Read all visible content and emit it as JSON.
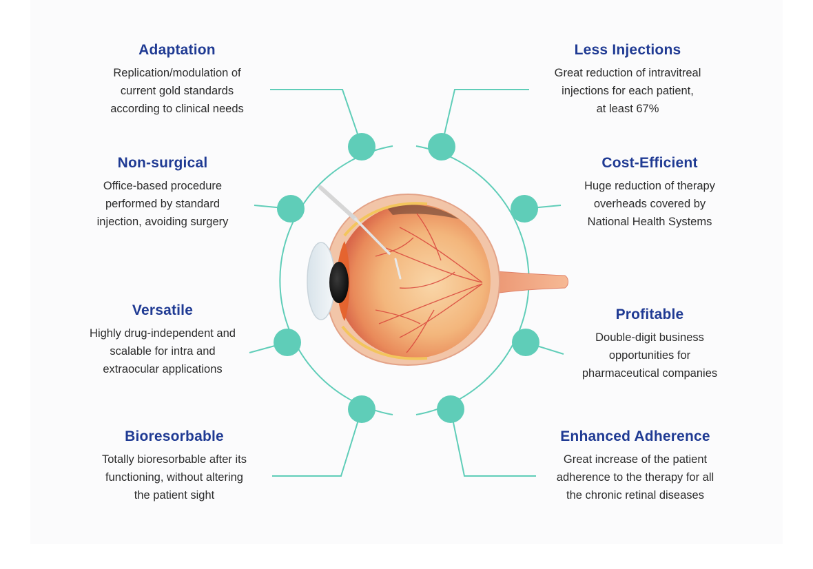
{
  "colors": {
    "accent": "#5fcdb8",
    "title": "#1f3a93",
    "text": "#2b2b2b"
  },
  "features": [
    {
      "id": "adaptation",
      "title": "Adaptation",
      "description": "Replication/modulation of\ncurrent gold standards\naccording to clinical needs"
    },
    {
      "id": "less-injections",
      "title": "Less Injections",
      "description": "Great reduction of intravitreal\ninjections for each patient,\nat least 67%"
    },
    {
      "id": "non-surgical",
      "title": "Non-surgical",
      "description": "Office-based procedure\nperformed by standard\ninjection, avoiding surgery"
    },
    {
      "id": "cost-efficient",
      "title": "Cost-Efficient",
      "description": "Huge reduction of therapy\noverheads covered by\nNational Health Systems"
    },
    {
      "id": "versatile",
      "title": "Versatile",
      "description": "Highly drug-independent and\nscalable for intra and\nextraocular applications"
    },
    {
      "id": "profitable",
      "title": "Profitable",
      "description": "Double-digit business\nopportunities for\npharmaceutical companies"
    },
    {
      "id": "bioresorbable",
      "title": "Bioresorbable",
      "description": "Totally bioresorbable after its\nfunctioning, without altering\nthe patient sight"
    },
    {
      "id": "enhanced-adherence",
      "title": "Enhanced Adherence",
      "description": "Great increase of the patient\nadherence to the therapy for all\nthe chronic retinal diseases"
    }
  ]
}
